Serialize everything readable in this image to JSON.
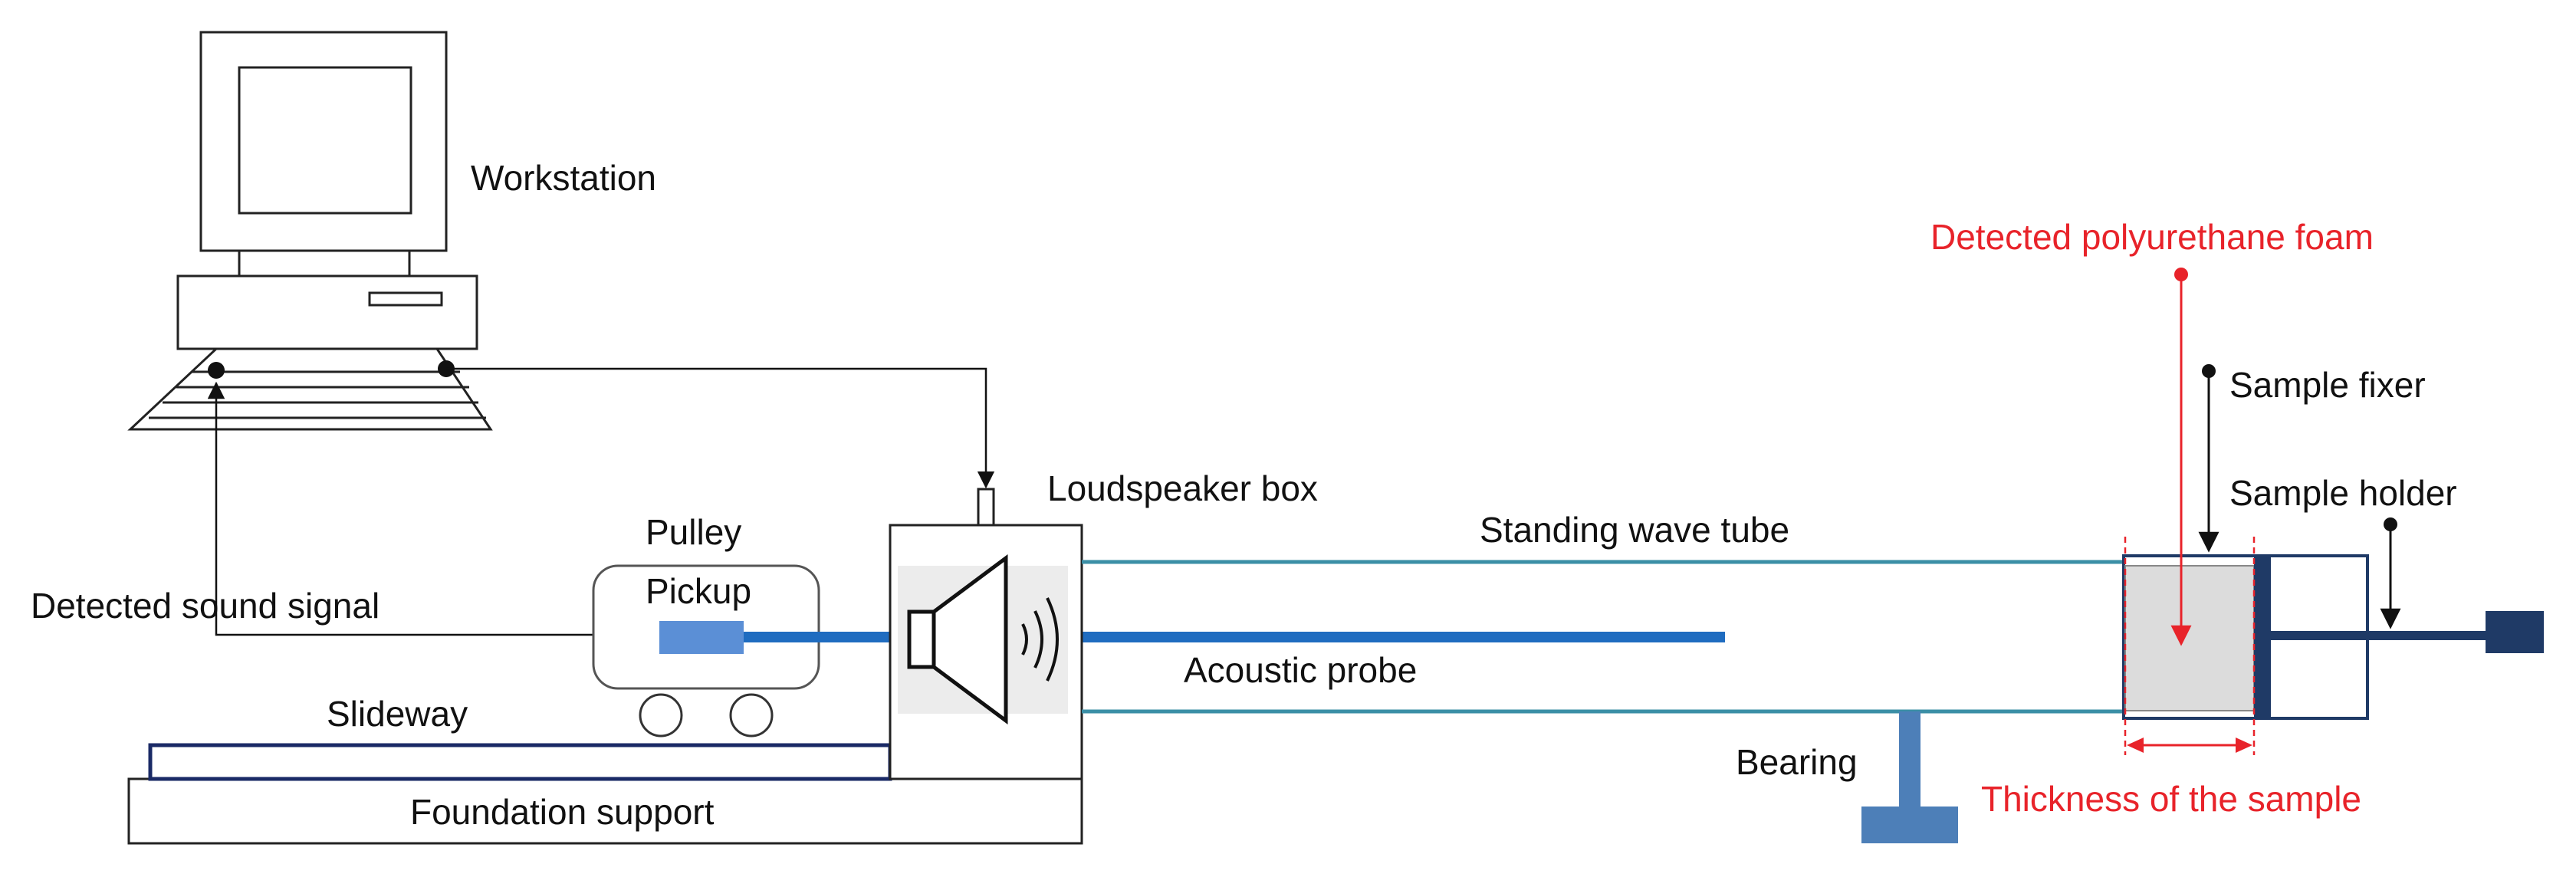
{
  "labels": {
    "workstation": "Workstation",
    "loudspeaker_box": "Loudspeaker box",
    "pulley": "Pulley",
    "pickup": "Pickup",
    "detected_sound_signal": "Detected sound signal",
    "slideway": "Slideway",
    "foundation_support": "Foundation support",
    "standing_wave_tube": "Standing wave tube",
    "acoustic_probe": "Acoustic probe",
    "bearing": "Bearing",
    "detected_polyurethane_foam": "Detected polyurethane foam",
    "sample_fixer": "Sample fixer",
    "sample_holder": "Sample holder",
    "thickness_of_the_sample": "Thickness of the sample"
  },
  "colors": {
    "annotation_red": "#e8232a",
    "tube_line": "#3b8fa6",
    "probe_blue": "#1f6cc0",
    "pickup_blue": "#5b8fd6",
    "sample_gray": "#dcdcdc",
    "holder_navy": "#1f3a66",
    "slideway_navy": "#1a2a66",
    "bearing_blue": "#4d7fb8"
  }
}
